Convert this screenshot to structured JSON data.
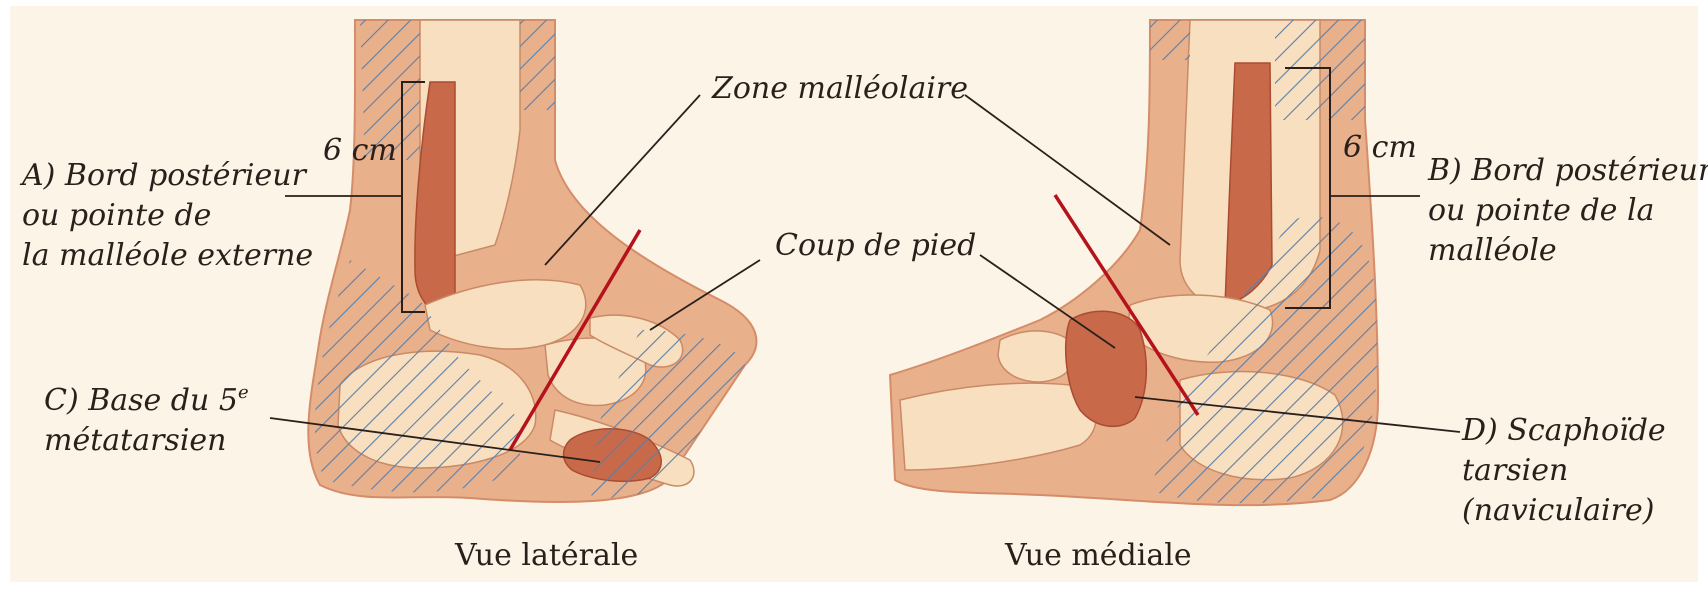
{
  "colors": {
    "background": "#fbf4e7",
    "skin": "#e9b08c",
    "skin_dark": "#d9906d",
    "bone": "#f8dfc0",
    "bone_outline": "#c98a65",
    "highlight_bone": "#c8694a",
    "hatch": "#5b7fa6",
    "red_line": "#b5121b",
    "text": "#2a1f1a"
  },
  "labels": {
    "zone_malleolaire": "Zone malléolaire",
    "coup_de_pied": "Coup de pied",
    "a_line1": "A) Bord postérieur",
    "a_line2": "ou pointe de",
    "a_line3": "la malléole externe",
    "b_line1": "B) Bord postérieur",
    "b_line2": "ou pointe de la",
    "b_line3": "malléole",
    "c_line1": "C) Base du 5",
    "c_sup": "e",
    "c_line2": "métatarsien",
    "d_line1": "D) Scaphoïde",
    "d_line2": "tarsien",
    "d_line3": "(naviculaire)",
    "measure_left": "6 cm",
    "measure_right": "6 cm",
    "caption_left": "Vue latérale",
    "caption_right": "Vue médiale"
  }
}
